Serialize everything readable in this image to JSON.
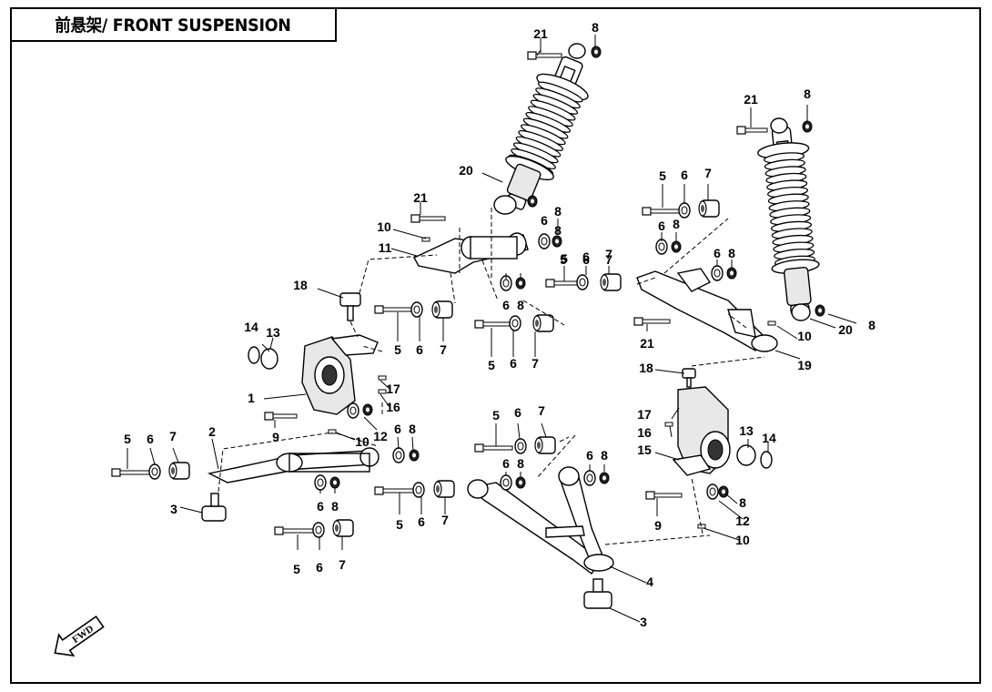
{
  "title": "前悬架/ FRONT SUSPENSION",
  "fwd_label": "FWD",
  "callouts": [
    {
      "id": "c1",
      "text": "21"
    },
    {
      "id": "c2",
      "text": "8"
    },
    {
      "id": "c3",
      "text": "20"
    },
    {
      "id": "c4",
      "text": "21"
    },
    {
      "id": "c5",
      "text": "10"
    },
    {
      "id": "c6",
      "text": "11"
    },
    {
      "id": "c7",
      "text": "8"
    },
    {
      "id": "c8",
      "text": "6"
    },
    {
      "id": "c9",
      "text": "8"
    },
    {
      "id": "c10",
      "text": "6"
    },
    {
      "id": "c11",
      "text": "8"
    },
    {
      "id": "c12",
      "text": "18"
    },
    {
      "id": "c13",
      "text": "5"
    },
    {
      "id": "c14",
      "text": "6"
    },
    {
      "id": "c15",
      "text": "7"
    },
    {
      "id": "c16",
      "text": "5"
    },
    {
      "id": "c17",
      "text": "6"
    },
    {
      "id": "c18",
      "text": "7"
    },
    {
      "id": "c19",
      "text": "5"
    },
    {
      "id": "c20",
      "text": "6"
    },
    {
      "id": "c21",
      "text": "7"
    },
    {
      "id": "c22",
      "text": "14"
    },
    {
      "id": "c23",
      "text": "13"
    },
    {
      "id": "c24",
      "text": "17"
    },
    {
      "id": "c25",
      "text": "1"
    },
    {
      "id": "c26",
      "text": "16"
    },
    {
      "id": "c27",
      "text": "12"
    },
    {
      "id": "c28",
      "text": "9"
    },
    {
      "id": "c29",
      "text": "6"
    },
    {
      "id": "c30",
      "text": "8"
    },
    {
      "id": "c31",
      "text": "10"
    },
    {
      "id": "c32",
      "text": "5"
    },
    {
      "id": "c33",
      "text": "6"
    },
    {
      "id": "c34",
      "text": "7"
    },
    {
      "id": "c35",
      "text": "2"
    },
    {
      "id": "c36",
      "text": "3"
    },
    {
      "id": "c37",
      "text": "6"
    },
    {
      "id": "c38",
      "text": "8"
    },
    {
      "id": "c39",
      "text": "5"
    },
    {
      "id": "c40",
      "text": "6"
    },
    {
      "id": "c41",
      "text": "7"
    },
    {
      "id": "c42",
      "text": "21"
    },
    {
      "id": "c43",
      "text": "8"
    },
    {
      "id": "c44",
      "text": "5"
    },
    {
      "id": "c45",
      "text": "6"
    },
    {
      "id": "c46",
      "text": "7"
    },
    {
      "id": "c47",
      "text": "6"
    },
    {
      "id": "c48",
      "text": "8"
    },
    {
      "id": "c49",
      "text": "6"
    },
    {
      "id": "c50",
      "text": "8"
    },
    {
      "id": "c51",
      "text": "5"
    },
    {
      "id": "c52",
      "text": "6"
    },
    {
      "id": "c53",
      "text": "7"
    },
    {
      "id": "c54",
      "text": "8"
    },
    {
      "id": "c55",
      "text": "20"
    },
    {
      "id": "c56",
      "text": "10"
    },
    {
      "id": "c57",
      "text": "21"
    },
    {
      "id": "c58",
      "text": "19"
    },
    {
      "id": "c59",
      "text": "18"
    },
    {
      "id": "c60",
      "text": "5"
    },
    {
      "id": "c61",
      "text": "6"
    },
    {
      "id": "c62",
      "text": "7"
    },
    {
      "id": "c63",
      "text": "6"
    },
    {
      "id": "c64",
      "text": "8"
    },
    {
      "id": "c65",
      "text": "5"
    },
    {
      "id": "c66",
      "text": "6"
    },
    {
      "id": "c67",
      "text": "7"
    },
    {
      "id": "c68",
      "text": "6"
    },
    {
      "id": "c69",
      "text": "8"
    },
    {
      "id": "c70",
      "text": "17"
    },
    {
      "id": "c71",
      "text": "16"
    },
    {
      "id": "c72",
      "text": "15"
    },
    {
      "id": "c73",
      "text": "13"
    },
    {
      "id": "c74",
      "text": "14"
    },
    {
      "id": "c75",
      "text": "9"
    },
    {
      "id": "c76",
      "text": "8"
    },
    {
      "id": "c77",
      "text": "12"
    },
    {
      "id": "c78",
      "text": "10"
    },
    {
      "id": "c79",
      "text": "4"
    },
    {
      "id": "c80",
      "text": "3"
    }
  ]
}
